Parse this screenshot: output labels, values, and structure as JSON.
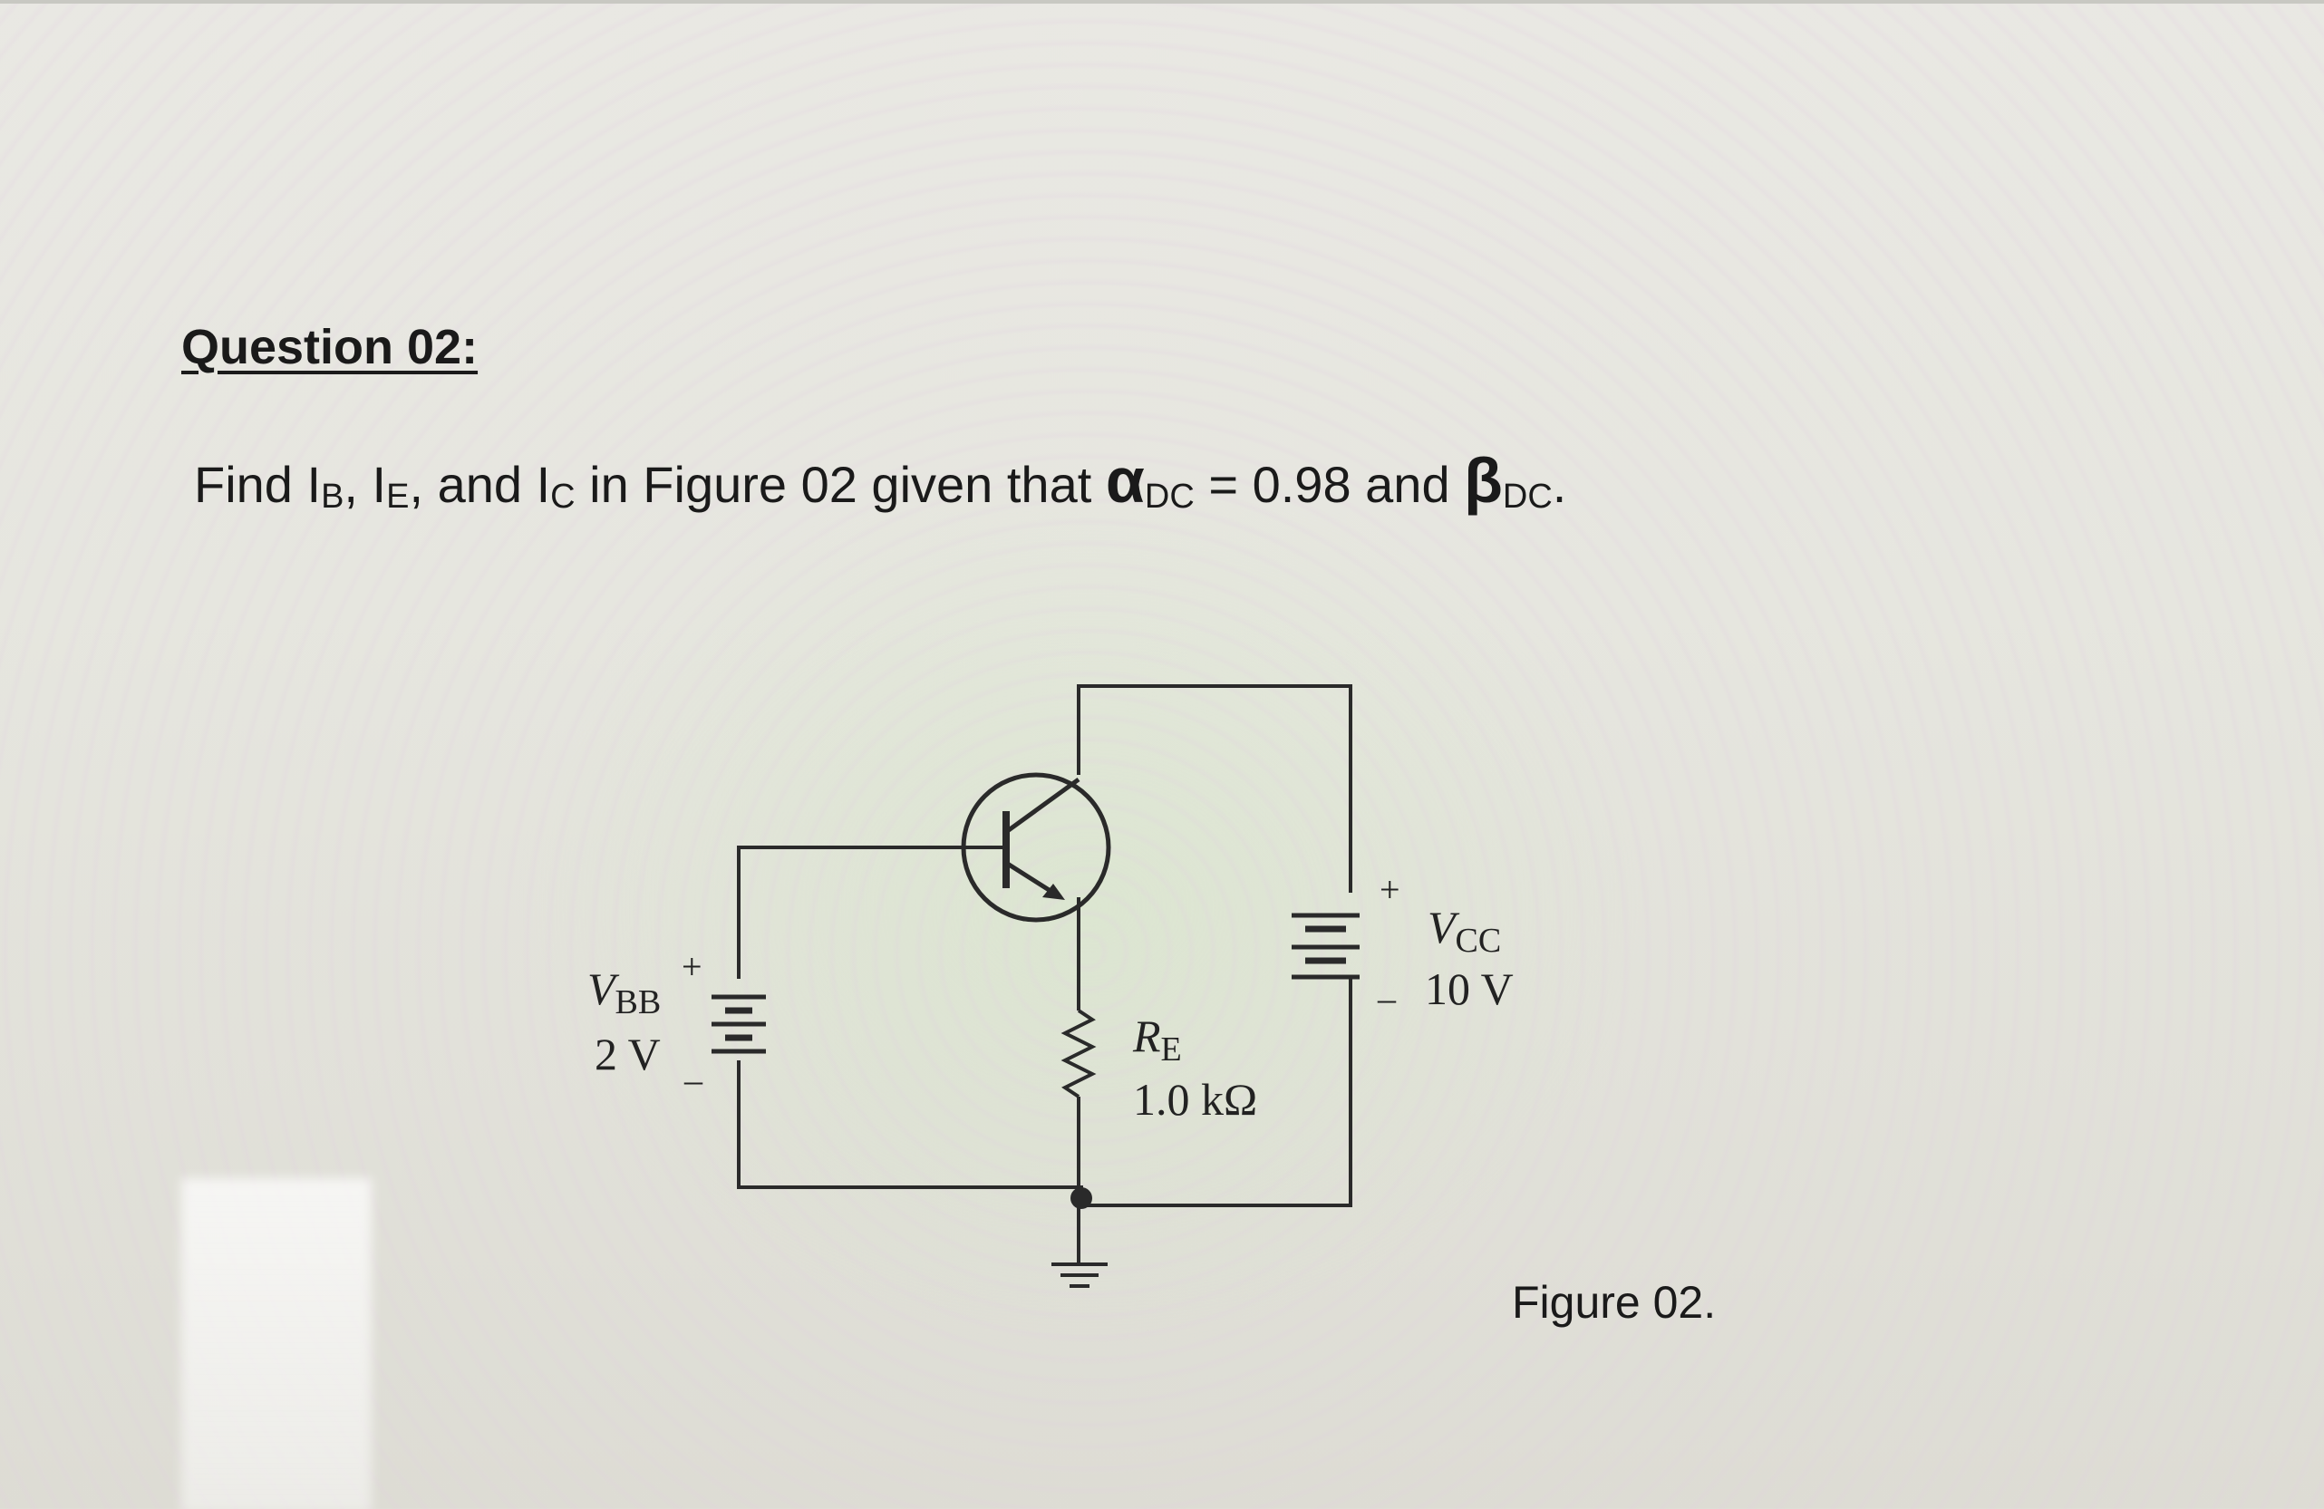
{
  "question": {
    "heading": "Question 02:",
    "text_prefix": "Find I",
    "sub_b": "B",
    "sep1": ", I",
    "sub_e": "E",
    "sep2": ", and I",
    "sub_c": "C",
    "text_mid": " in Figure 02 given that ",
    "alpha": "α",
    "alpha_sub": "DC",
    "alpha_value": " = 0.98 and ",
    "beta": "β",
    "beta_sub": "DC",
    "end": "."
  },
  "circuit": {
    "vbb_label": "V",
    "vbb_sub": "BB",
    "vbb_value": "2 V",
    "vcc_label": "V",
    "vcc_sub": "CC",
    "vcc_value": "10 V",
    "re_label": "R",
    "re_sub": "E",
    "re_value": "1.0 kΩ",
    "plus": "+",
    "minus": "–"
  },
  "figure_caption": "Figure 02."
}
